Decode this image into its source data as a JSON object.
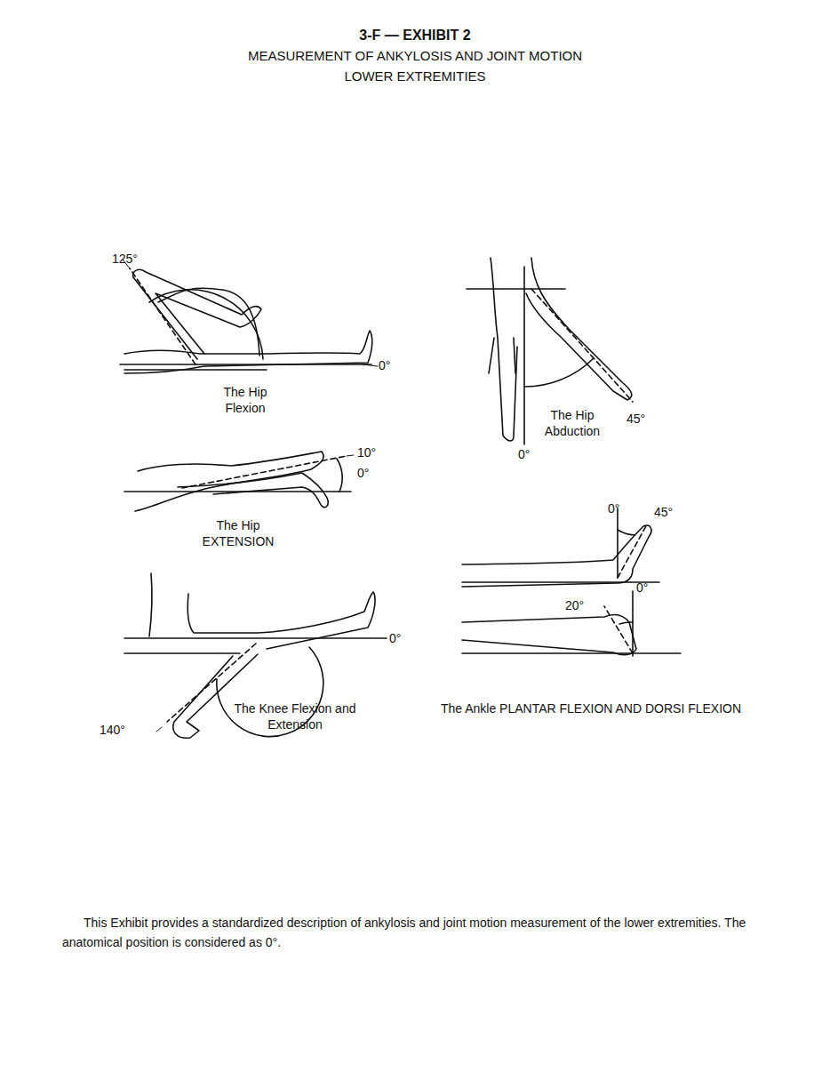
{
  "diagram": {
    "title": "3-F — EXHIBIT 2",
    "caption": "This Exhibit provides a standardized description of ankylosis and joint motion measurement of the lower extremities. The anatomical position is considered as 0°.",
    "labels": [
      "MEASUREMENT OF ANKYLOSIS AND JOINT MOTION",
      "LOWER EXTREMITIES",
      "125°",
      "0°",
      "The Hip Flexion",
      "The Hip Abduction",
      "45°",
      "0°",
      "10°",
      "0°",
      "The Hip EXTENSION",
      "0°",
      "45°",
      "0°",
      "20°",
      "0°",
      "140°",
      "The Knee Flexion and Extension",
      "The Ankle PLANTAR FLEXION AND DORSI FLEXION"
    ]
  }
}
